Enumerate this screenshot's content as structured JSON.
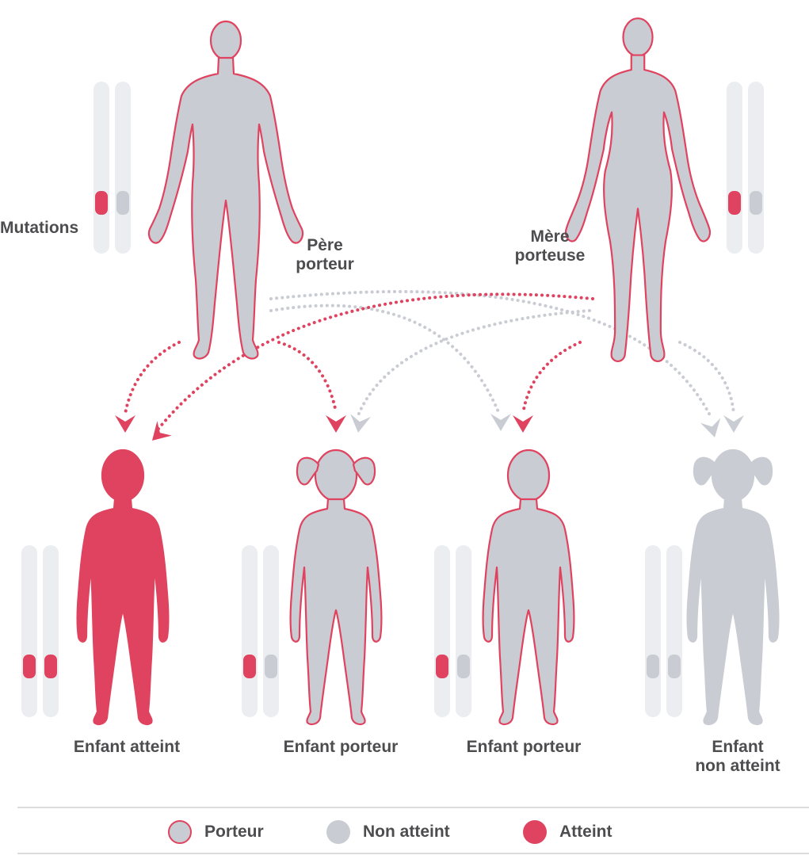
{
  "colors": {
    "carrier_fill": "#c9ccd2",
    "carrier_outline": "#e0435f",
    "unaffected_fill": "#c9ccd2",
    "affected_fill": "#e0435f",
    "chromosome": "#ebedf0",
    "mutation": "#e0435f",
    "normal_allele": "#c9ccd2",
    "arrow_red": "#e0435f",
    "arrow_grey": "#c9ccd2",
    "text": "#4d4d4f"
  },
  "labels": {
    "mutations": "Mutations",
    "father_line1": "Père",
    "father_line2": "porteur",
    "mother_line1": "Mère",
    "mother_line2": "porteuse"
  },
  "children": [
    {
      "label_line1": "Enfant atteint",
      "label_line2": "",
      "status": "affected",
      "figure": "boy",
      "alleles": [
        "mutated",
        "mutated"
      ]
    },
    {
      "label_line1": "Enfant porteur",
      "label_line2": "",
      "status": "carrier",
      "figure": "girl",
      "alleles": [
        "mutated",
        "normal"
      ]
    },
    {
      "label_line1": "Enfant porteur",
      "label_line2": "",
      "status": "carrier",
      "figure": "boy",
      "alleles": [
        "mutated",
        "normal"
      ]
    },
    {
      "label_line1": "Enfant",
      "label_line2": "non atteint",
      "status": "unaffected",
      "figure": "girl",
      "alleles": [
        "normal",
        "normal"
      ]
    }
  ],
  "parents": [
    {
      "role": "father",
      "status": "carrier",
      "alleles": [
        "mutated",
        "normal"
      ]
    },
    {
      "role": "mother",
      "status": "carrier",
      "alleles": [
        "mutated",
        "normal"
      ]
    }
  ],
  "legend": [
    {
      "label": "Porteur",
      "style": "carrier"
    },
    {
      "label": "Non atteint",
      "style": "unaffected"
    },
    {
      "label": "Atteint",
      "style": "affected"
    }
  ]
}
